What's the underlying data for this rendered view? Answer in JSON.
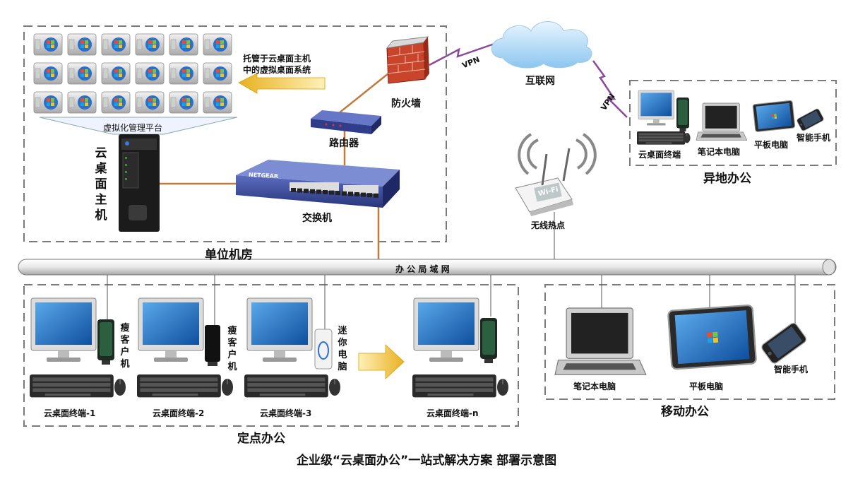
{
  "caption": "企业级“云桌面办公”一站式解决方案 部署示意图",
  "zones": {
    "server_room": "单位机房",
    "remote_office": "异地办公",
    "fixed_office": "定点办公",
    "mobile_office": "移动办公"
  },
  "server_room": {
    "virtualization_platform": "虚拟化管理平台",
    "hosted_note_line1": "托管于云桌面主机",
    "hosted_note_line2": "中的虚拟桌面系统",
    "host": "云桌面主机",
    "firewall": "防火墙",
    "router": "路由器",
    "switch": "交换机",
    "switch_brand": "NETGEAR"
  },
  "network": {
    "internet": "互联网",
    "vpn_1": "VPN",
    "vpn_2": "VPN",
    "lan_bus": "办 公 局 域 网",
    "wifi_hotspot": "无线热点",
    "wifi_sign": "Wi-Fi"
  },
  "remote_office": {
    "terminal": "云桌面终端",
    "laptop": "笔记本电脑",
    "tablet": "平板电脑",
    "phone": "智能手机"
  },
  "fixed_office": {
    "terminals": [
      "云桌面终端-1",
      "云桌面终端-2",
      "云桌面终端-3",
      "云桌面终端-n"
    ],
    "client_1": "瘦客户机",
    "client_2": "瘦客户机",
    "client_3": "迷你电脑"
  },
  "mobile_office": {
    "laptop": "笔记本电脑",
    "tablet": "平板电脑",
    "phone": "智能手机"
  },
  "colors": {
    "zone_border": "#777777",
    "cable": "#c07a3a",
    "vpn": "#8a4a9a",
    "monitor_frame": "#d8d8d8",
    "screen": "#1f6fc4",
    "switch": "#3a4c9c",
    "cloud": "#bfe0f7",
    "arrow": "#f0c030",
    "firewall": "#c8442a"
  }
}
